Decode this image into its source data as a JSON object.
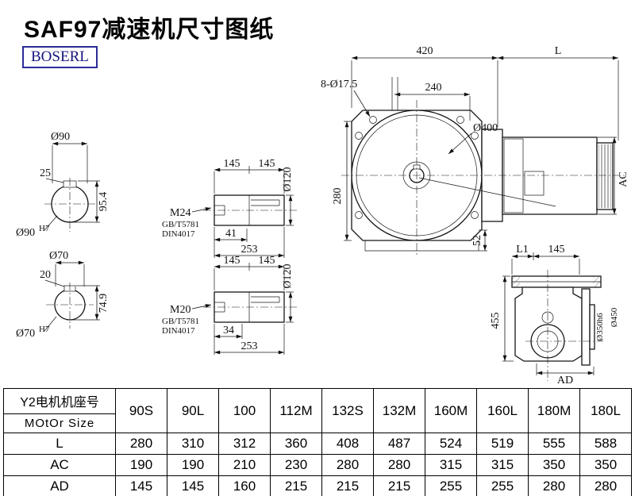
{
  "page": {
    "title": "SAF97减速机尺寸图纸",
    "logo": "BOSERL"
  },
  "bore_top": {
    "dia": "Ø90",
    "key_width": "25",
    "key_height": "95.4",
    "bore_base": "Ø90",
    "bore_tol": "H7"
  },
  "bore_bottom": {
    "dia": "Ø70",
    "key_width": "20",
    "key_height": "74.9",
    "bore_base": "Ø70",
    "bore_tol": "H7"
  },
  "shaft_top": {
    "len_a": "145",
    "len_b": "145",
    "dia": "Ø120",
    "thread": "M24",
    "std_line1": "GB/T5781",
    "std_line2": "DIN4017",
    "thread_depth": "41",
    "total_len": "253"
  },
  "shaft_bottom": {
    "len_a": "145",
    "len_b": "145",
    "dia": "Ø120",
    "thread": "M20",
    "std_line1": "GB/T5781",
    "std_line2": "DIN4017",
    "thread_depth": "34",
    "total_len": "253"
  },
  "front_view": {
    "top_width": "420",
    "motor_len": "L",
    "bolt_holes": "8-Ø17.5",
    "mid_width": "240",
    "flange_dia": "Ø400",
    "height": "280",
    "foot": "52",
    "motor_dia": "AC"
  },
  "side_view": {
    "l1": "L1",
    "top_width": "145",
    "height": "455",
    "spigot_dia": "Ø350h6",
    "flange_dia": "Ø450",
    "width": "AD"
  },
  "table": {
    "corner_cn": "Y2电机机座号",
    "corner_en": "MOtOr Size",
    "frames": [
      "90S",
      "90L",
      "100",
      "112M",
      "132S",
      "132M",
      "160M",
      "160L",
      "180M",
      "180L"
    ],
    "rows": [
      {
        "label": "L",
        "values": [
          "280",
          "310",
          "312",
          "360",
          "408",
          "487",
          "524",
          "519",
          "555",
          "588"
        ]
      },
      {
        "label": "AC",
        "values": [
          "190",
          "190",
          "210",
          "230",
          "280",
          "280",
          "315",
          "315",
          "350",
          "350"
        ]
      },
      {
        "label": "AD",
        "values": [
          "145",
          "145",
          "160",
          "215",
          "215",
          "215",
          "255",
          "255",
          "280",
          "280"
        ]
      }
    ]
  }
}
